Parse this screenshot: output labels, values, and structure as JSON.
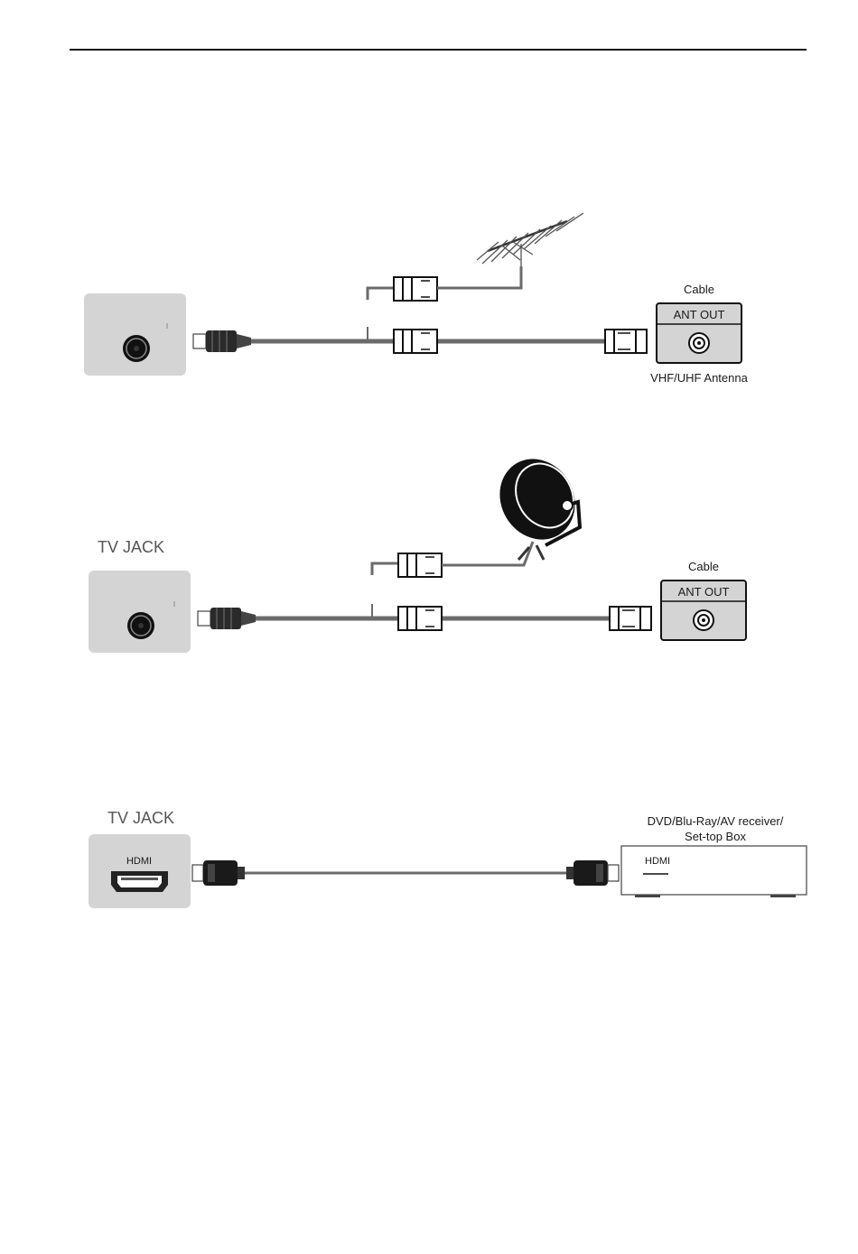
{
  "section1": {
    "cable_label": "Cable",
    "ant_out_label": "ANT OUT",
    "antenna_label": "VHF/UHF Antenna"
  },
  "section2": {
    "tv_jack_label": "TV JACK",
    "cable_label": "Cable",
    "ant_out_label": "ANT OUT"
  },
  "section3": {
    "tv_jack_label": "TV JACK",
    "hdmi_port_label": "HDMI",
    "device_label_line1": "DVD/Blu-Ray/AV receiver/",
    "device_label_line2": "Set-top Box",
    "device_hdmi_label": "HDMI"
  },
  "colors": {
    "panel_gray": "#d4d4d4",
    "cable_gray": "#6b6b6b",
    "line_black": "#1a1a1a"
  }
}
